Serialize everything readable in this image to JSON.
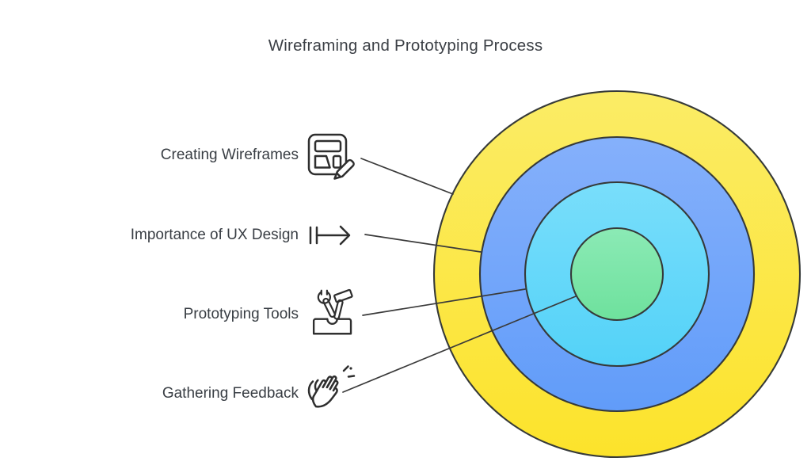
{
  "title": "Wireframing and Prototyping Process",
  "items": [
    {
      "label": "Creating Wireframes",
      "icon": "wireframe-pencil-icon",
      "level": 1,
      "ring": "outer"
    },
    {
      "label": "Importance of UX Design",
      "icon": "bar-arrow-right-icon",
      "level": 2,
      "ring": "second"
    },
    {
      "label": "Prototyping Tools",
      "icon": "toolbox-icon",
      "level": 3,
      "ring": "third"
    },
    {
      "label": "Gathering Feedback",
      "icon": "clapping-hands-icon",
      "level": 4,
      "ring": "center"
    }
  ],
  "rings": [
    {
      "level": 1,
      "color_top": "#FBEC66",
      "color_bottom": "#FCE32B"
    },
    {
      "level": 2,
      "color_top": "#85B0FB",
      "color_bottom": "#619CF9"
    },
    {
      "level": 3,
      "color_top": "#79DEFB",
      "color_bottom": "#53D2F8"
    },
    {
      "level": 4,
      "color_top": "#8BEAB5",
      "color_bottom": "#6EE19D"
    }
  ],
  "colors": {
    "connector": "#3a3a3a",
    "ring_outline": "#363a39",
    "title_text": "#3c4046",
    "label_text": "#393e44"
  }
}
